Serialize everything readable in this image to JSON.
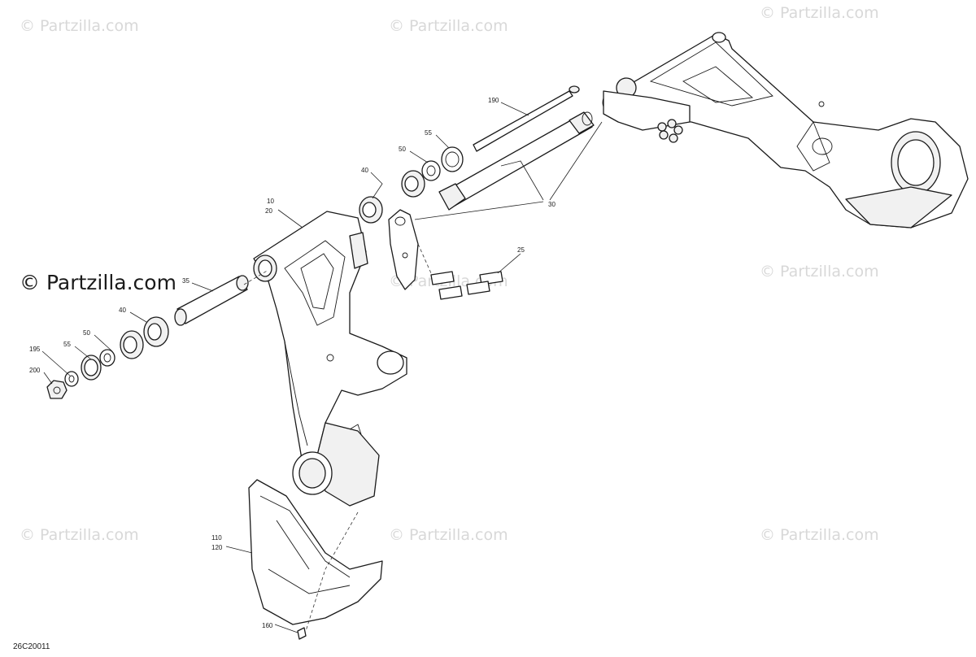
{
  "watermark": {
    "text": "© Partzilla.com",
    "primary_text": "© Partzilla.com",
    "color": "#d8d8d8"
  },
  "diagram_code": "26C20011",
  "callouts": {
    "c190": "190",
    "c55a": "55",
    "c50a": "50",
    "c40a": "40",
    "c30": "30",
    "c10": "10",
    "c20": "20",
    "c25": "25",
    "c35": "35",
    "c40b": "40",
    "c50b": "50",
    "c55b": "55",
    "c195": "195",
    "c200": "200",
    "c110": "110",
    "c120": "120",
    "c160": "160"
  }
}
